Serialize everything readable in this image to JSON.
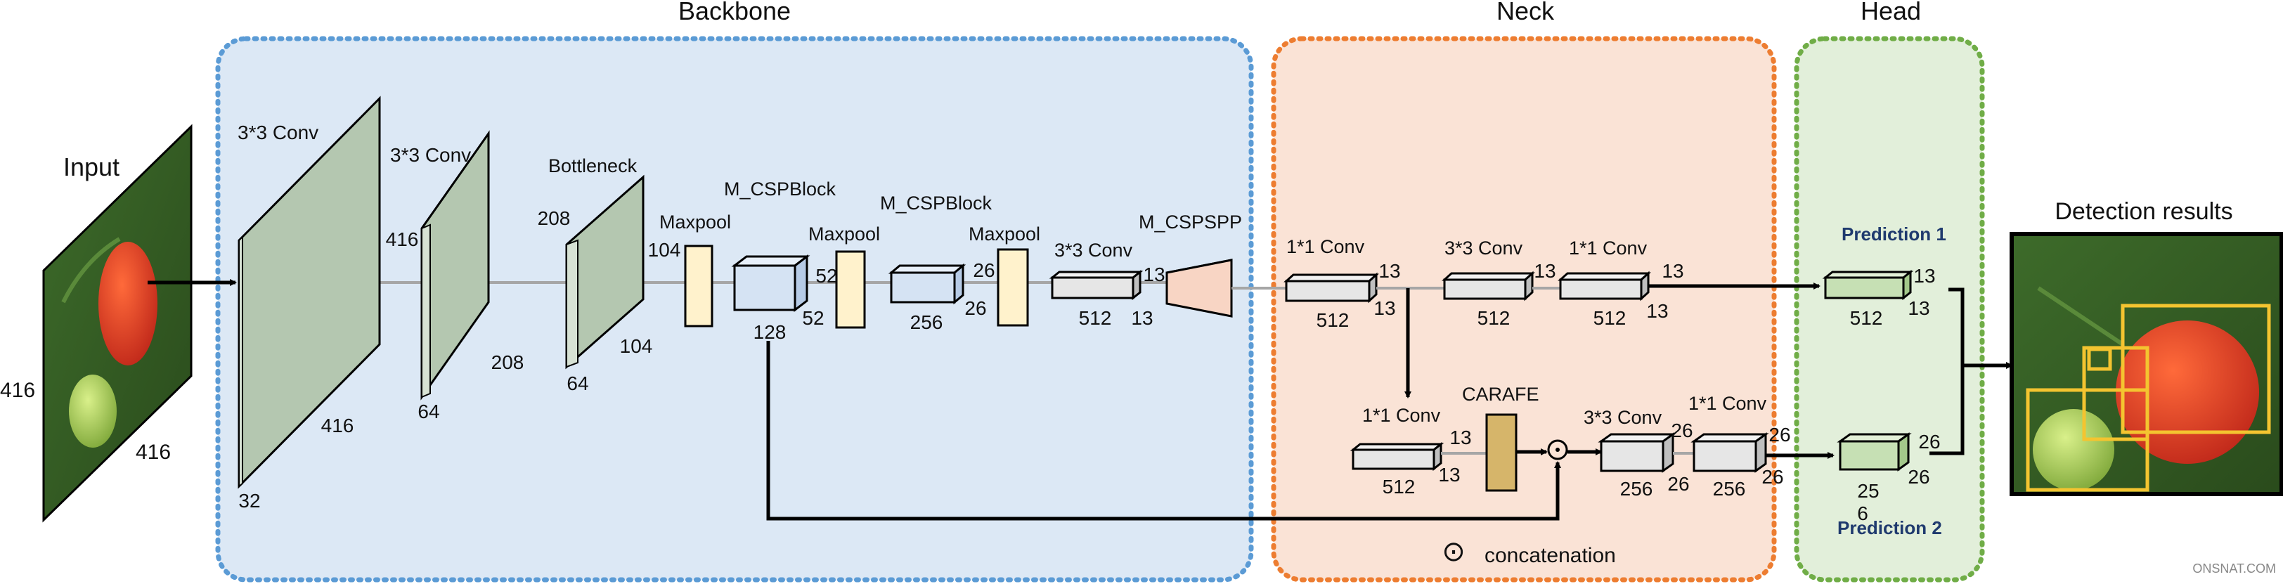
{
  "sections": {
    "backbone": "Backbone",
    "neck": "Neck",
    "head": "Head"
  },
  "input": {
    "title": "Input",
    "dim_left": "416",
    "dim_bottom": "416"
  },
  "output": {
    "title": "Detection results"
  },
  "backbone": {
    "conv1": {
      "name": "3*3 Conv",
      "h": "416",
      "w": "416",
      "c": "32"
    },
    "conv2": {
      "name": "3*3 Conv",
      "h": "416",
      "w": "208",
      "c": "64"
    },
    "bottleneck": {
      "name": "Bottleneck",
      "h": "208",
      "w": "104",
      "c": "64"
    },
    "maxpool1": {
      "name": "Maxpool",
      "h": "104"
    },
    "cspblock1": {
      "name": "M_CSPBlock",
      "c": "128"
    },
    "maxpool2": {
      "name": "Maxpool",
      "h": "52",
      "w": "52"
    },
    "cspblock2": {
      "name": "M_CSPBlock",
      "c": "256"
    },
    "maxpool3": {
      "name": "Maxpool",
      "h": "26",
      "w": "26"
    },
    "conv3": {
      "name": "3*3 Conv",
      "c": "512",
      "h": "13",
      "w": "13"
    },
    "cspspp": {
      "name": "M_CSPSPP"
    }
  },
  "neck": {
    "conv_a": {
      "name": "1*1 Conv",
      "c": "512",
      "h": "13",
      "w": "13"
    },
    "conv_b": {
      "name": "3*3 Conv",
      "c": "512",
      "h": "13"
    },
    "conv_c": {
      "name": "1*1 Conv",
      "c": "512",
      "h": "13",
      "w": "13"
    },
    "conv_d": {
      "name": "1*1 Conv",
      "c": "512",
      "h": "13",
      "w": "13"
    },
    "carafe": {
      "name": "CARAFE"
    },
    "conv_e": {
      "name": "3*3 Conv",
      "c": "256",
      "h": "26",
      "w": "26"
    },
    "conv_f": {
      "name": "1*1 Conv",
      "c": "256",
      "h": "26",
      "w": "26"
    },
    "concat_symbol": "⊙",
    "concat_legend": "concatenation"
  },
  "head": {
    "pred1": {
      "name": "Prediction 1",
      "h": "13",
      "w": "13",
      "c": "512"
    },
    "pred2": {
      "name": "Prediction 2",
      "h": "26",
      "w": "26",
      "c_top": "25",
      "c_bottom": "6"
    }
  },
  "watermark": "ONSNAT.COM",
  "colors": {
    "backbone_bg": "#dce8f5",
    "backbone_border": "#5b9bd5",
    "neck_bg": "#fae3d6",
    "neck_border": "#ed7d31",
    "head_bg": "#e2efda",
    "head_border": "#70ad47",
    "slab_green": "#b4c7b0",
    "maxpool_yellow": "#fff2cc",
    "csp_blue": "#d5e3f3",
    "conv_gray": "#e6e6e6",
    "spp_pink": "#f8d5c4",
    "carafe_gold": "#d6b56a",
    "pred_green": "#c6e0b4",
    "detection_box": "#f4c430"
  }
}
